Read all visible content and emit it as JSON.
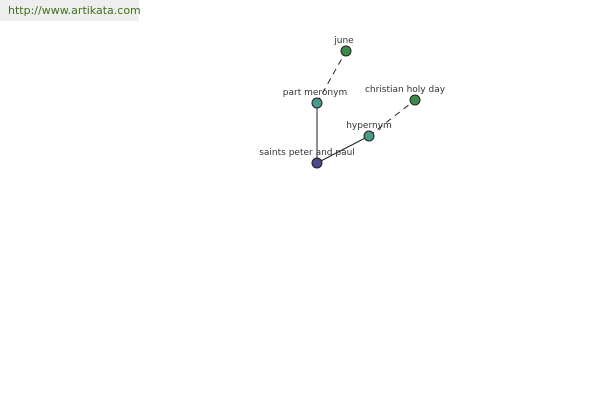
{
  "header": {
    "url": "http://www.artikata.com"
  },
  "graph": {
    "nodes": {
      "saints": {
        "label": "saints peter and paul",
        "color": "#4a4a8c"
      },
      "part_meronym": {
        "label": "part meronym",
        "color": "#4a9a8c"
      },
      "june": {
        "label": "june",
        "color": "#3d8a4a"
      },
      "hypernym": {
        "label": "hypernym",
        "color": "#4a9a8c"
      },
      "christian_holy_day": {
        "label": "christian holy day",
        "color": "#3d8a4a"
      }
    }
  }
}
